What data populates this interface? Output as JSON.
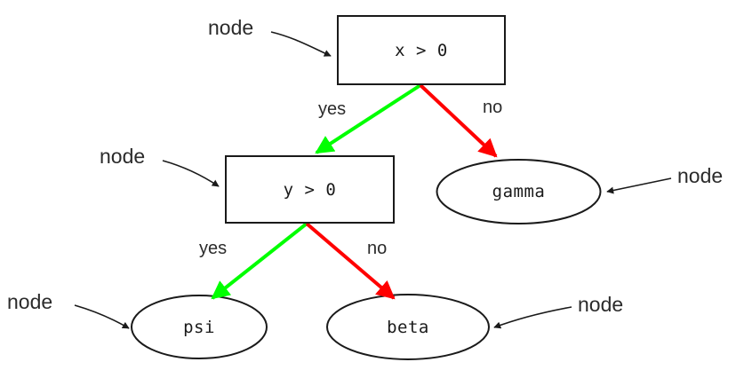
{
  "diagram": {
    "type": "decision-tree",
    "title": "",
    "colors": {
      "yes_edge": "#00ff00",
      "no_edge": "#ff0000",
      "node_stroke": "#1a1a1a",
      "annotation": "#2b2b2b",
      "background": "#ffffff"
    },
    "nodes": [
      {
        "id": "root",
        "shape": "rectangle",
        "label": "x > 0",
        "kind": "decision"
      },
      {
        "id": "inner",
        "shape": "rectangle",
        "label": "y > 0",
        "kind": "decision"
      },
      {
        "id": "gamma",
        "shape": "ellipse",
        "label": "gamma",
        "kind": "leaf"
      },
      {
        "id": "psi",
        "shape": "ellipse",
        "label": "psi",
        "kind": "leaf"
      },
      {
        "id": "beta",
        "shape": "ellipse",
        "label": "beta",
        "kind": "leaf"
      }
    ],
    "edges": [
      {
        "from": "root",
        "to": "inner",
        "label": "yes",
        "color": "#00ff00"
      },
      {
        "from": "root",
        "to": "gamma",
        "label": "no",
        "color": "#ff0000"
      },
      {
        "from": "inner",
        "to": "psi",
        "label": "yes",
        "color": "#00ff00"
      },
      {
        "from": "inner",
        "to": "beta",
        "label": "no",
        "color": "#ff0000"
      }
    ],
    "annotations": [
      {
        "id": "annot-root",
        "text": "node",
        "target": "root"
      },
      {
        "id": "annot-inner",
        "text": "node",
        "target": "inner"
      },
      {
        "id": "annot-gamma",
        "text": "node",
        "target": "gamma"
      },
      {
        "id": "annot-psi",
        "text": "node",
        "target": "psi"
      },
      {
        "id": "annot-beta",
        "text": "node",
        "target": "beta"
      }
    ]
  }
}
